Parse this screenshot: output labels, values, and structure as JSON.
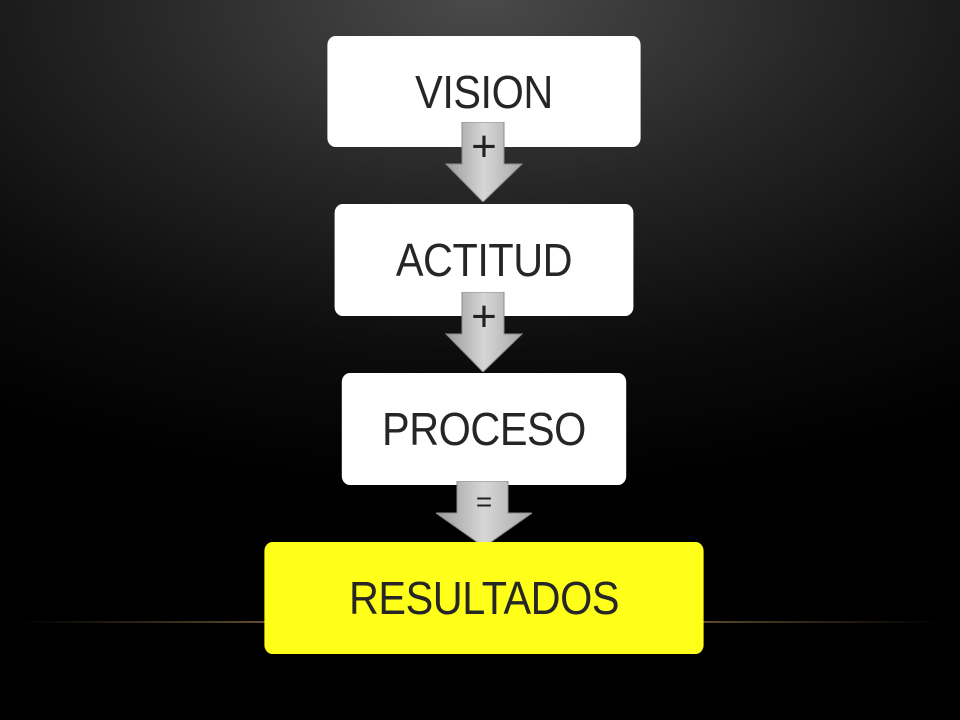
{
  "diagram": {
    "steps": [
      {
        "label": "VISION",
        "operator_after": "+"
      },
      {
        "label": "ACTITUD",
        "operator_after": "+"
      },
      {
        "label": "PROCESO",
        "operator_after": "="
      },
      {
        "label": "RESULTADOS",
        "operator_after": ""
      }
    ]
  },
  "colors": {
    "box_white": "#ffffff",
    "box_highlight": "#ffff1a",
    "arrow_fill": "#c8c8c8",
    "text": "#262626"
  }
}
